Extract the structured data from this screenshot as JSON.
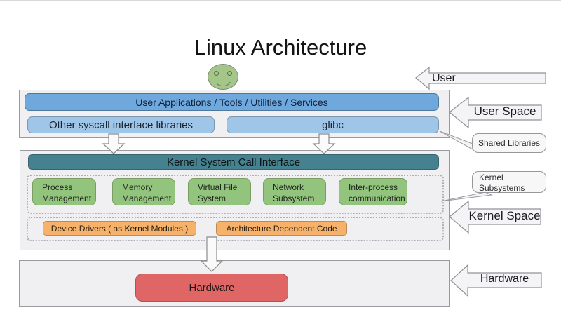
{
  "title": "Linux Architecture",
  "user_space": {
    "apps_bar": "User Applications / Tools / Utilities / Services",
    "other_syscall_box": "Other syscall interface libraries",
    "glibc_box": "glibc"
  },
  "kernel_space": {
    "syscall_bar": "Kernel System Call Interface",
    "subsystems": [
      {
        "line1": "Process",
        "line2": "Management"
      },
      {
        "line1": "Memory",
        "line2": "Management"
      },
      {
        "line1": "Virtual File",
        "line2": "System"
      },
      {
        "line1": "Network",
        "line2": "Subsystem"
      },
      {
        "line1": "Inter-process",
        "line2": "communication"
      }
    ],
    "modules": [
      "Device Drivers ( as Kernel Modules )",
      "Architecture Dependent Code"
    ]
  },
  "hardware": {
    "box": "Hardware"
  },
  "callouts": {
    "user": "User",
    "user_space": "User Space",
    "shared_libraries": "Shared Libraries",
    "kernel_subsystems_line1": "Kernel",
    "kernel_subsystems_line2": "Subsystems",
    "kernel_space": "Kernel Space",
    "hardware": "Hardware"
  },
  "colors": {
    "apps_bar": "#6fa8dc",
    "library_box": "#9fc5e8",
    "syscall_bar": "#45818e",
    "subsystem_box": "#93c47d",
    "module_box": "#f6b26b",
    "hardware_box": "#e06666",
    "container": "#f0eff1",
    "smiley": "#a4c688"
  }
}
